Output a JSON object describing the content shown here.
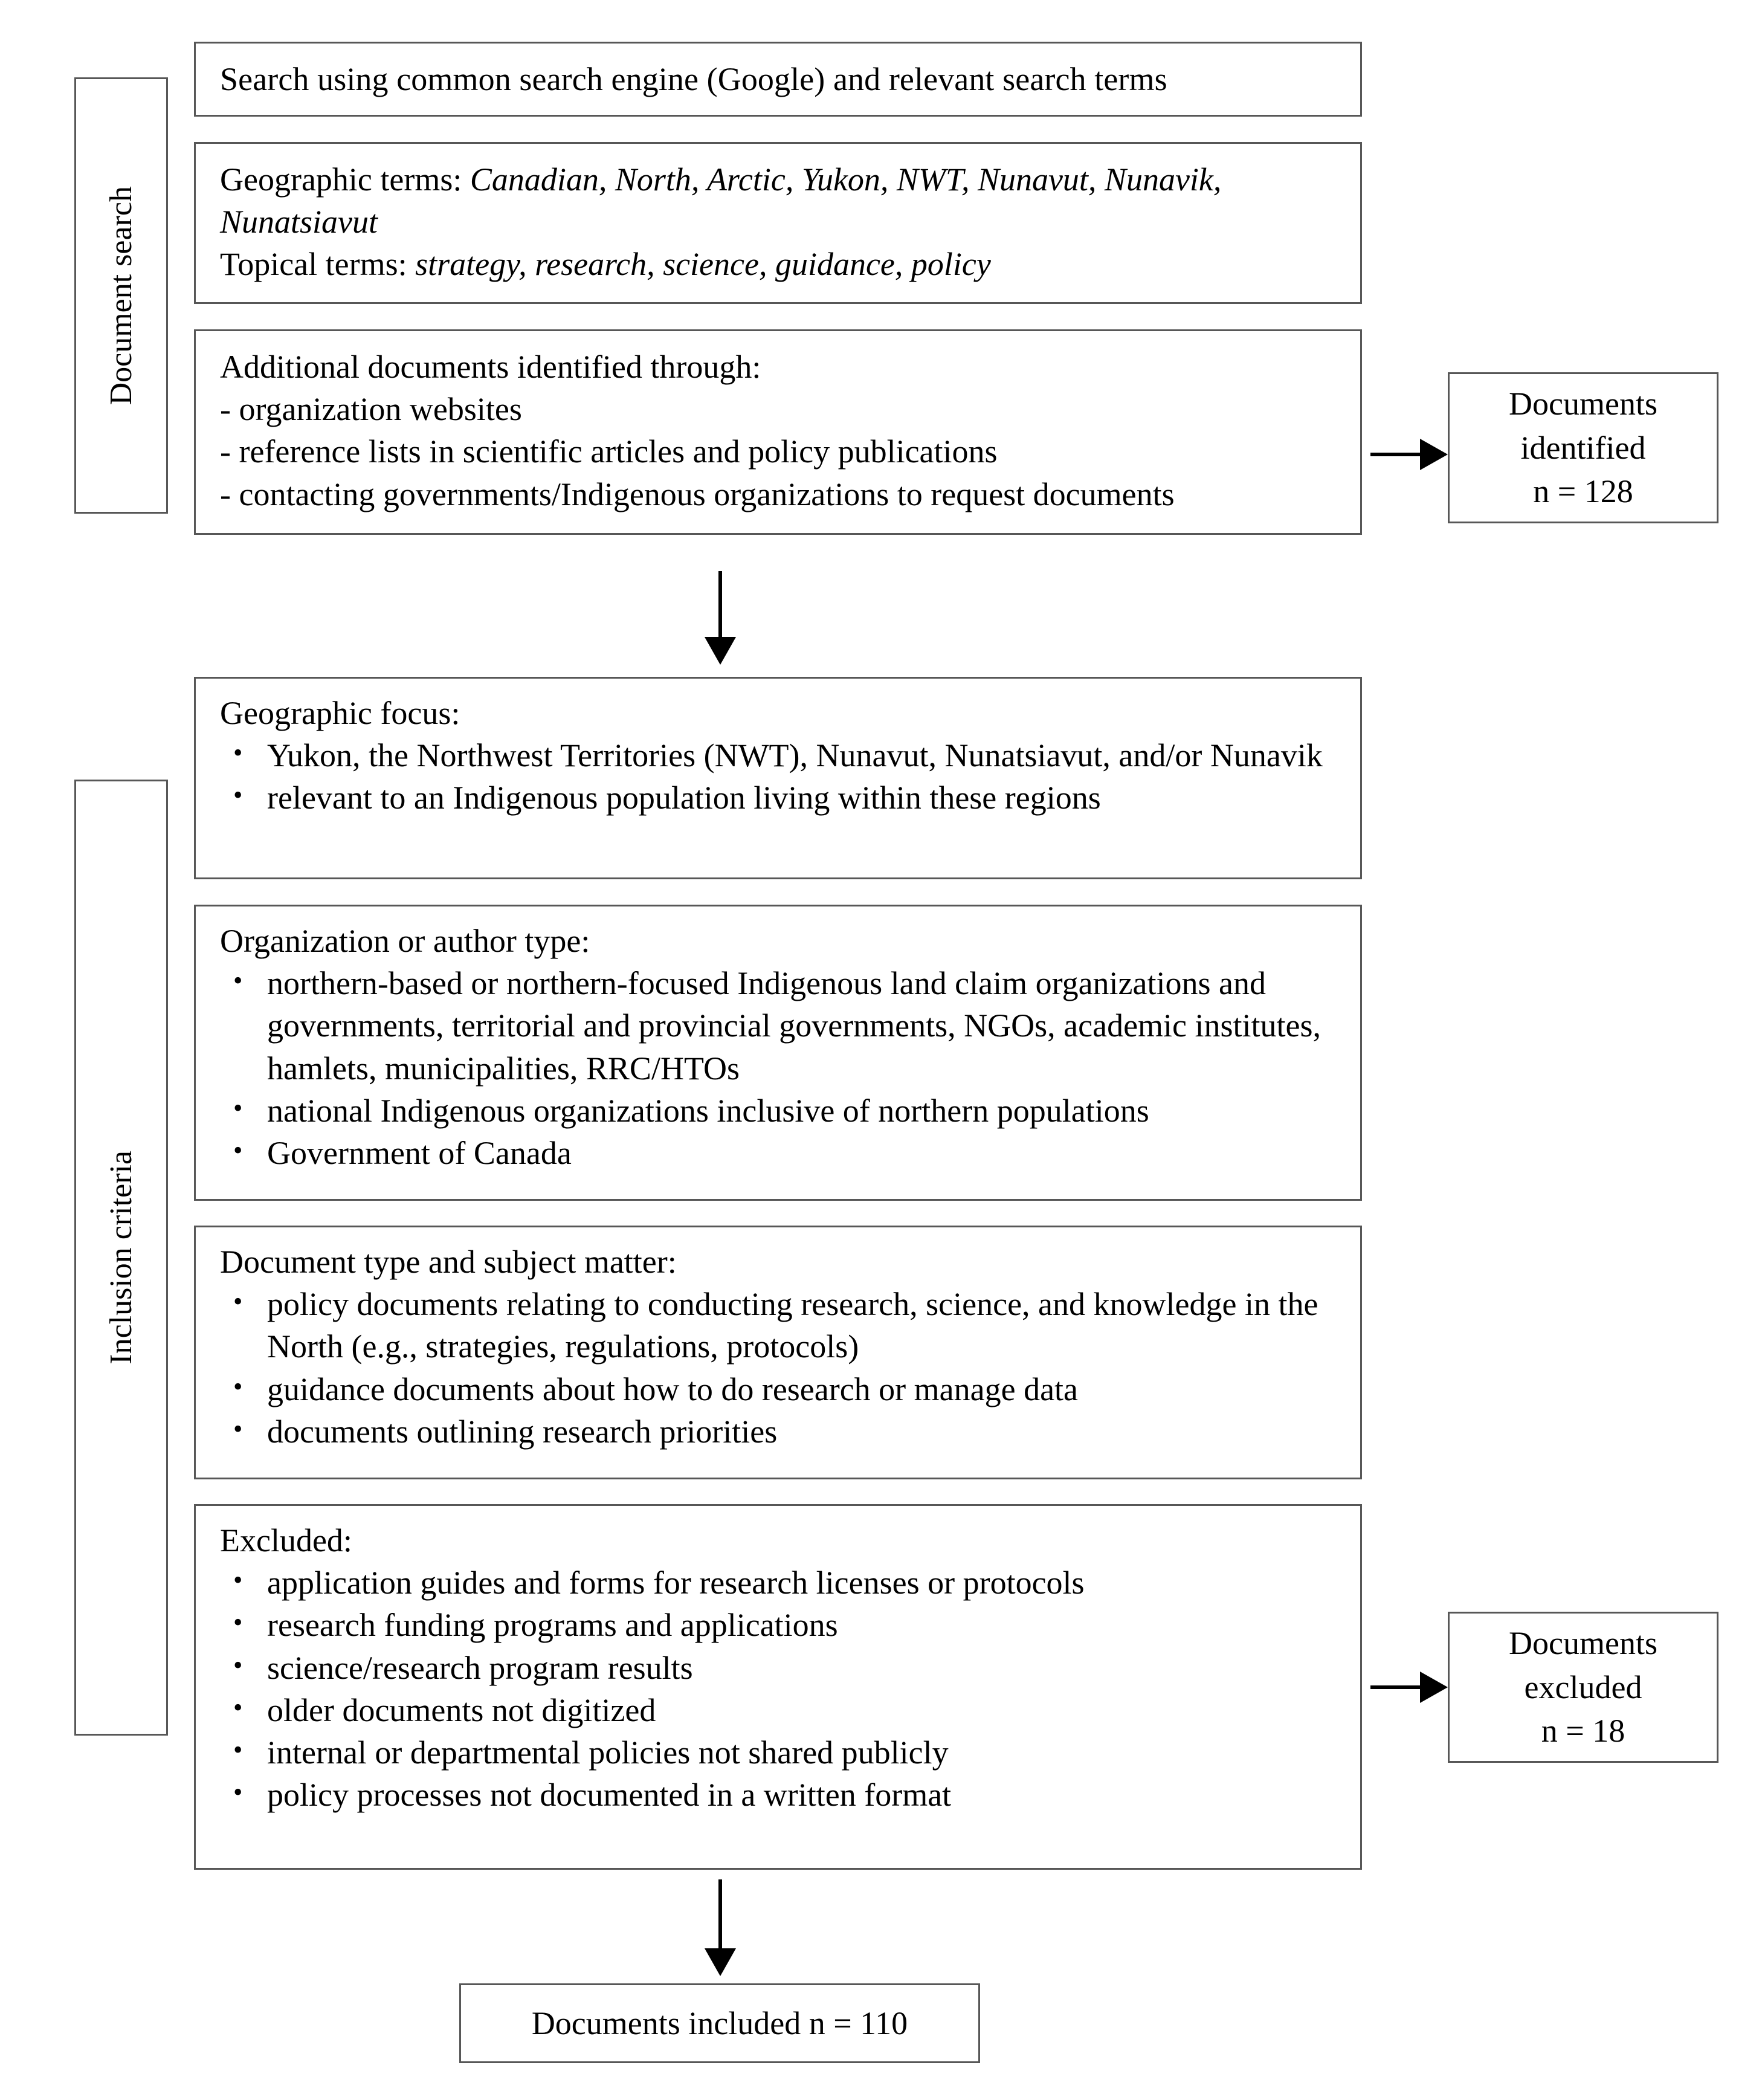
{
  "diagram": {
    "title": "PRISMA-style document search and screening flowchart",
    "stroke_color": "#575757",
    "arrow_color": "#000000",
    "background": "#ffffff"
  },
  "sections": {
    "document_search": {
      "label": "Document search"
    },
    "inclusion_criteria": {
      "label": "Inclusion criteria"
    }
  },
  "search_boxes": {
    "search_engine": {
      "text": "Search using common search engine (Google) and relevant search terms"
    },
    "terms": {
      "geographic_label": "Geographic terms:",
      "geographic_terms": "Canadian, North, Arctic, Yukon, NWT, Nunavut, Nunavik, Nunatsiavut",
      "topical_label": "Topical terms:",
      "topical_terms": "strategy, research, science, guidance, policy"
    },
    "additional": {
      "heading": "Additional documents identified through:",
      "items": [
        "- organization websites",
        "- reference lists in scientific articles and policy publications",
        "- contacting governments/Indigenous organizations to request documents"
      ]
    }
  },
  "criteria_boxes": {
    "geographic_focus": {
      "heading": "Geographic focus:",
      "items": [
        "Yukon, the Northwest Territories (NWT), Nunavut, Nunatsiavut, and/or Nunavik",
        "relevant to an Indigenous population living within these regions"
      ]
    },
    "organization_type": {
      "heading": "Organization or author type:",
      "items": [
        "northern-based or northern-focused Indigenous land claim organizations and governments, territorial and provincial governments, NGOs, academic institutes, hamlets, municipalities, RRC/HTOs",
        "national Indigenous organizations inclusive of northern populations",
        "Government of Canada"
      ]
    },
    "document_type": {
      "heading": "Document type and subject matter:",
      "items": [
        "policy documents relating to conducting research, science, and knowledge in the North (e.g., strategies, regulations, protocols)",
        "guidance documents about how to do research or manage data",
        "documents outlining research priorities"
      ]
    },
    "excluded": {
      "heading": "Excluded:",
      "items": [
        "application guides and forms for research licenses or protocols",
        "research funding programs and applications",
        "science/research program results",
        "older documents not digitized",
        "internal or departmental policies not shared publicly",
        "policy processes not documented in a written format"
      ]
    }
  },
  "counts": {
    "identified": {
      "line1": "Documents",
      "line2": "identified",
      "line3": "n = 128"
    },
    "excluded": {
      "line1": "Documents",
      "line2": "excluded",
      "line3": "n = 18"
    },
    "included": {
      "text": "Documents included n = 110"
    }
  }
}
